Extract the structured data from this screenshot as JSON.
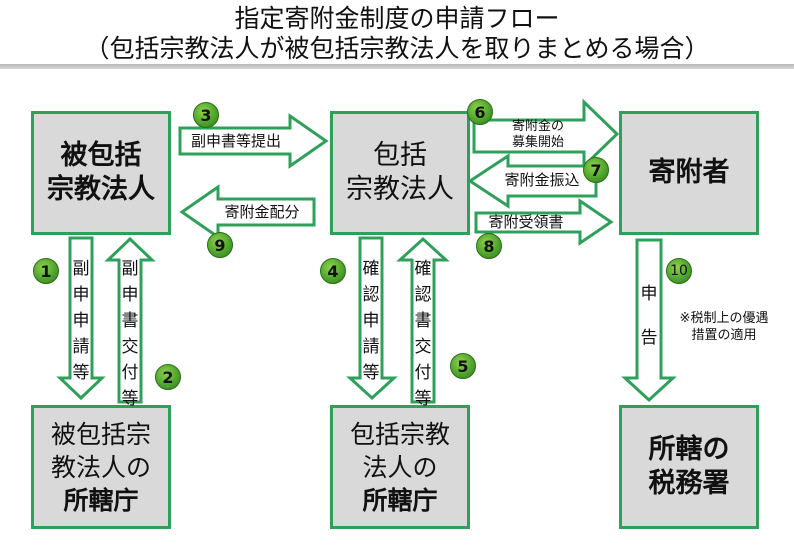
{
  "title": {
    "line1": "指定寄附金制度の申請フロー",
    "line2": "（包括宗教法人が被包括宗教法人を取りまとめる場合）"
  },
  "colors": {
    "box_fill": "#d9d9d9",
    "box_border": "#2fa05a",
    "arrow_border": "#2fa05a",
    "badge_green": "#4fa52c"
  },
  "nodes": {
    "hihoukatsu": {
      "label": "被包括\n宗教法人"
    },
    "houkatsu": {
      "label": "包括\n宗教法人"
    },
    "kifusha": {
      "label": "寄附者"
    },
    "hihoukatsu_office": {
      "line1": "被包括宗",
      "line2": "教法人の",
      "line3": "所轄庁"
    },
    "houkatsu_office": {
      "line1": "包括宗教",
      "line2": "法人の",
      "line3": "所轄庁"
    },
    "tax_office": {
      "label": "所轄の\n税務署"
    }
  },
  "steps": [
    {
      "num": "1",
      "label": "副申申請等"
    },
    {
      "num": "2",
      "label": "副申書交付等"
    },
    {
      "num": "3",
      "label": "副申書等提出"
    },
    {
      "num": "4",
      "label": "確認申請等"
    },
    {
      "num": "5",
      "label": "確認書交付等"
    },
    {
      "num": "6",
      "label": "寄附金の\n募集開始"
    },
    {
      "num": "7",
      "label": "寄附金振込"
    },
    {
      "num": "8",
      "label": "寄附受領書"
    },
    {
      "num": "9",
      "label": "寄附金配分"
    },
    {
      "num": "10",
      "label": "申告"
    }
  ],
  "note": "※税制上の優遇\n措置の適用"
}
